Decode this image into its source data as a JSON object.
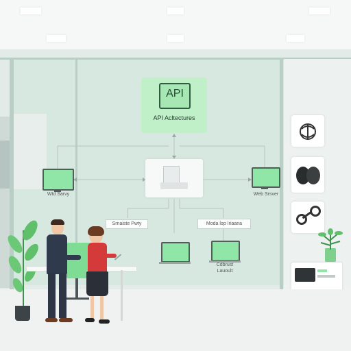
{
  "hub": {
    "title": "API",
    "subtitle": "API Acltectures"
  },
  "left_label": "Wtd Sarvy",
  "right_label": "Web Srsver",
  "mid_left_label": "Srnaiste Pwty",
  "mid_right_label": "Moda lop Iriaana",
  "bottom_label_1": "Cdbrust",
  "bottom_label_2": "Lauoult",
  "colors": {
    "accent": "#8fe6a6",
    "accent_dark": "#2e7a48",
    "wall": "#e3ebe8"
  }
}
